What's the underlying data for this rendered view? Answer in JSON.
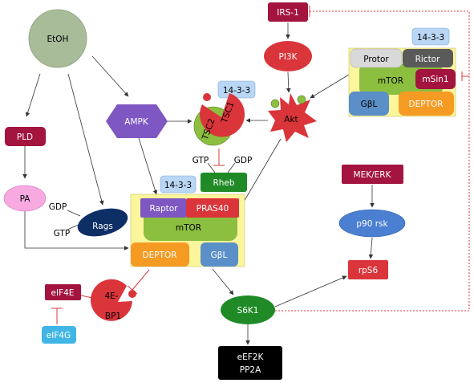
{
  "nodes": {
    "etoh": "EtOH",
    "pld": "PLD",
    "pa": "PA",
    "ampk": "AMPK",
    "irs1": "IRS-1",
    "pi3k": "PI3K",
    "akt": "Akt",
    "tsc1": "TSC1",
    "tsc2": "TSC2",
    "rheb": "Rheb",
    "rheb_gtp": "GTP",
    "rheb_gdp": "GDP",
    "rags": "Rags",
    "rags_gdp": "GDP",
    "rags_gtp": "GTP",
    "fourebp1_a": "4E-",
    "fourebp1_b": "BP1",
    "eif4e": "eIF4E",
    "eif4g": "eIF4G",
    "s6k1": "S6K1",
    "eef2k": "eEF2K",
    "pp2a": "PP2A",
    "mek_erk": "MEK/ERK",
    "p90rsk": "p90 rsk",
    "rps6": "rpS6",
    "badge_tsc": "14-3-3",
    "badge_mtorc1": "14-3-3",
    "badge_mtorc2": "14-3-3"
  },
  "mtorc1": {
    "raptor": "Raptor",
    "pras40": "PRAS40",
    "mtor": "mTOR",
    "deptor": "DEPTOR",
    "gbl": "GβL"
  },
  "mtorc2": {
    "protor": "Protor",
    "rictor": "Rictor",
    "mtor": "mTOR",
    "msin1": "mSin1",
    "gbl": "GβL",
    "deptor": "DEPTOR"
  },
  "colors": {
    "crimson": "#a3143f",
    "red": "#d9353a",
    "green": "#1f8a26",
    "navy": "#0e2f66",
    "blue_ellipse": "#4a7fd1",
    "pink": "#f7a9e0",
    "light_blue": "#b9d6f5",
    "purple": "#7e57c2",
    "orange": "#f59a23",
    "yellow": "#fbf59b",
    "olive_green": "#8cbf3f",
    "steel": "#5b8fc7",
    "cyan": "#41b6e6",
    "gray": "#5a5a5a",
    "gray_light": "#d9d9d9",
    "sage": "#a8bc9a"
  }
}
